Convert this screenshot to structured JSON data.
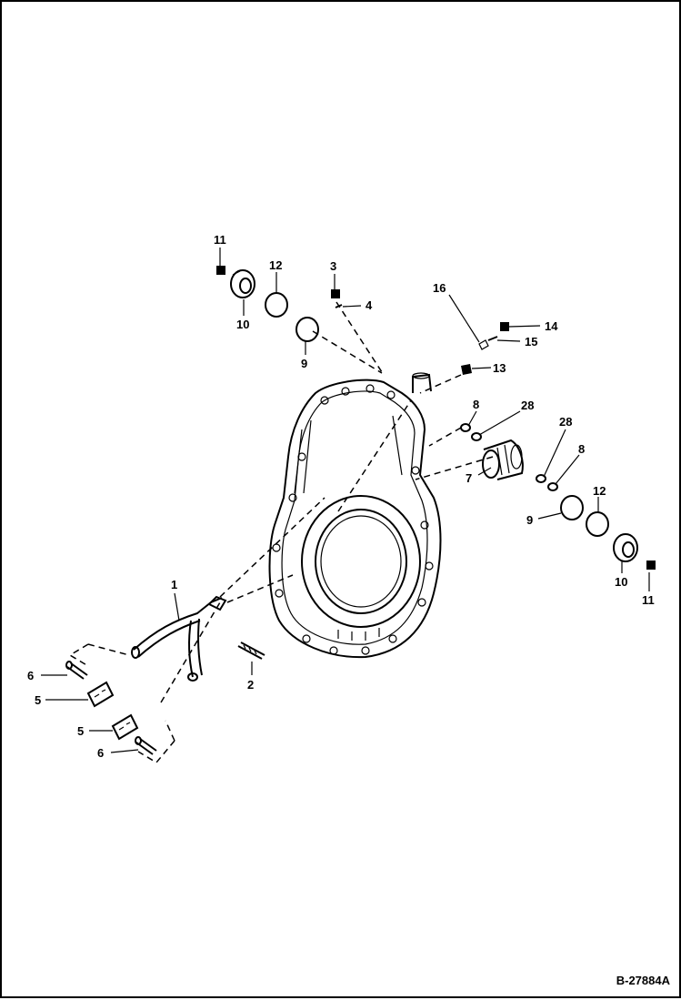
{
  "reference_code": "B-27884A",
  "callouts": {
    "c1": "1",
    "c2": "2",
    "c3": "3",
    "c4": "4",
    "c5a": "5",
    "c5b": "5",
    "c6a": "6",
    "c6b": "6",
    "c7": "7",
    "c8a": "8",
    "c8b": "8",
    "c9a": "9",
    "c9b": "9",
    "c10a": "10",
    "c10b": "10",
    "c11a": "11",
    "c11b": "11",
    "c12a": "12",
    "c12b": "12",
    "c13": "13",
    "c14": "14",
    "c15": "15",
    "c16": "16",
    "c28a": "28",
    "c28b": "28"
  }
}
